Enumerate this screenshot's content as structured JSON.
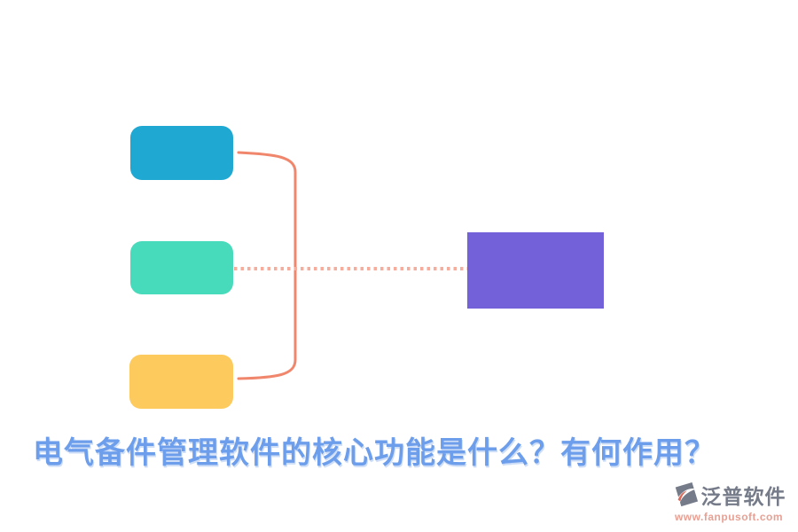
{
  "title": {
    "text": "电气备件管理软件的核心功能是什么？有何作用？",
    "color": "#6D9EEB"
  },
  "diagram": {
    "nodes": [
      {
        "id": "branch-top",
        "color": "#1FA9D2"
      },
      {
        "id": "branch-middle",
        "color": "#47DBBB"
      },
      {
        "id": "branch-bottom",
        "color": "#FCCA5D"
      },
      {
        "id": "root",
        "color": "#7361D9"
      }
    ],
    "connector": {
      "solid_color": "#F0876D",
      "dotted_color": "#F5AE9E"
    }
  },
  "watermark": {
    "brand": "泛普软件",
    "url": "www.fanpusoft.com",
    "brand_color": "#6A7080",
    "url_color": "#E5988A",
    "icon": "fanpu-swoosh-logo",
    "icon_accent_color": "#D85C4A"
  }
}
